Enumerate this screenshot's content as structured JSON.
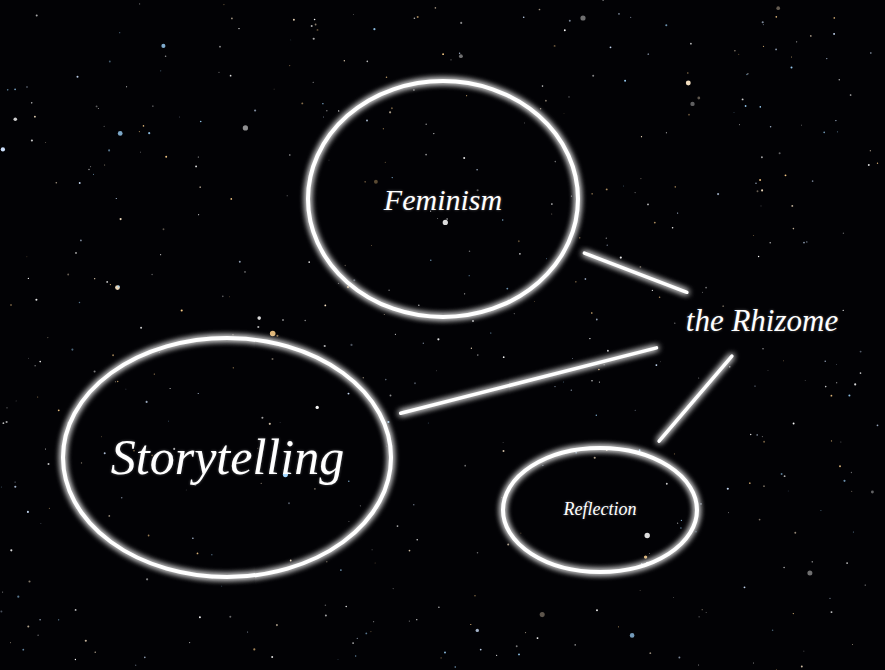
{
  "diagram": {
    "nodes": [
      {
        "text": [
          "Feminism"
        ]
      },
      {
        "text": [
          "the Rhizome"
        ]
      },
      {
        "text": [
          "Storytelling"
        ]
      },
      {
        "text": [
          "Reflection"
        ]
      }
    ],
    "edges": [
      {
        "from": 0,
        "to": 1,
        "arrow": "none"
      },
      {
        "from": 2,
        "to": 1,
        "arrow": "none"
      },
      {
        "from": 3,
        "to": 1,
        "arrow": "none"
      }
    ]
  }
}
